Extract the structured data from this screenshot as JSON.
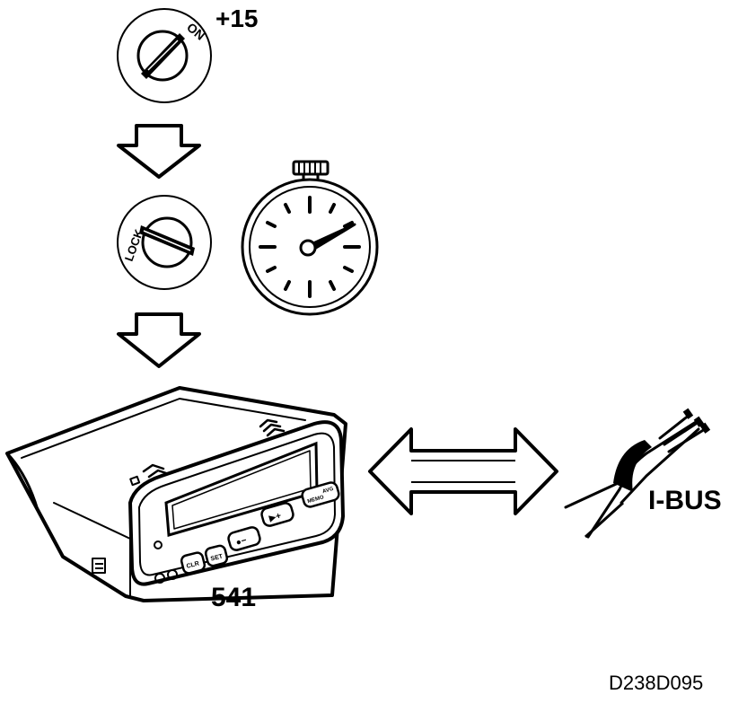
{
  "labels": {
    "ignition_on_state": "+15",
    "ignition_on_key": "ON",
    "ignition_lock_key": "LOCK",
    "module_number": "541",
    "bus_name": "I-BUS",
    "figure_code": "D238D095"
  },
  "module_buttons": {
    "btn1": "CLR",
    "btn2": "SET",
    "btn3": "●−",
    "btn4": "▶+",
    "btn5": "MEMO",
    "btn6": "AVG"
  },
  "colors": {
    "ink": "#000000",
    "paper": "#ffffff"
  }
}
